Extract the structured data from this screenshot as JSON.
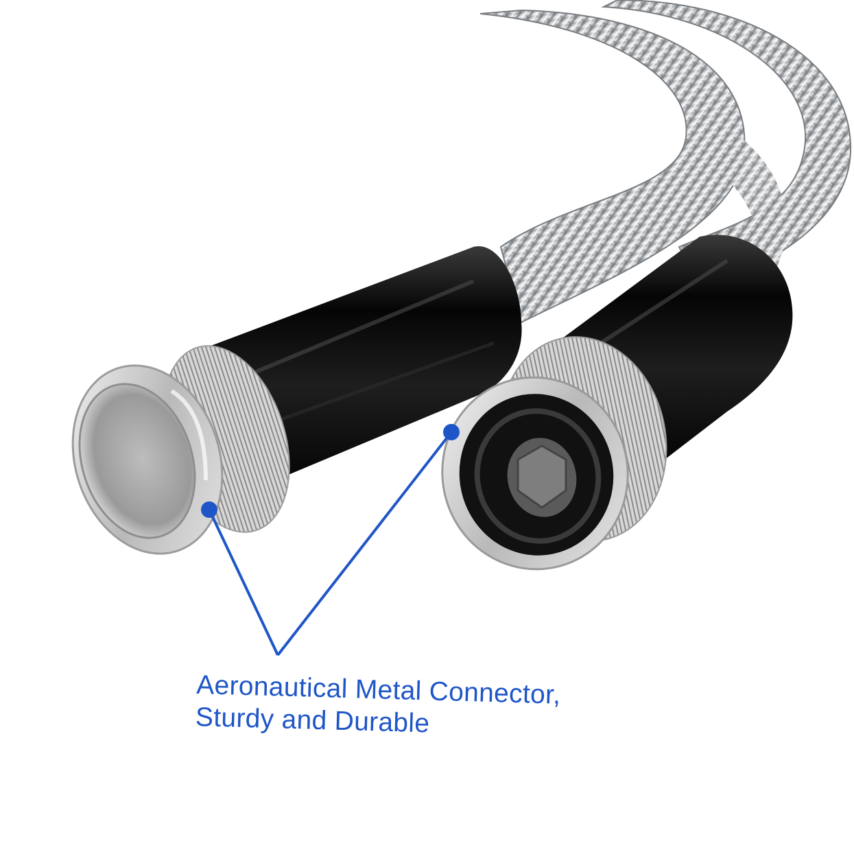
{
  "callout": {
    "line1": "Aeronautical Metal Connector,",
    "line2": "Sturdy and Durable"
  },
  "colors": {
    "callout_text": "#1f56c7",
    "callout_line": "#1f56c7",
    "hose_steel": "#c9cccf",
    "sleeve_black": "#0a0a0a",
    "connector_metal": "#c8c8c8",
    "background": "#ffffff"
  },
  "scene": {
    "subject": "stainless-steel-garden-hose",
    "left_end": "male-threaded-connector",
    "right_end": "female-swivel-connector"
  }
}
